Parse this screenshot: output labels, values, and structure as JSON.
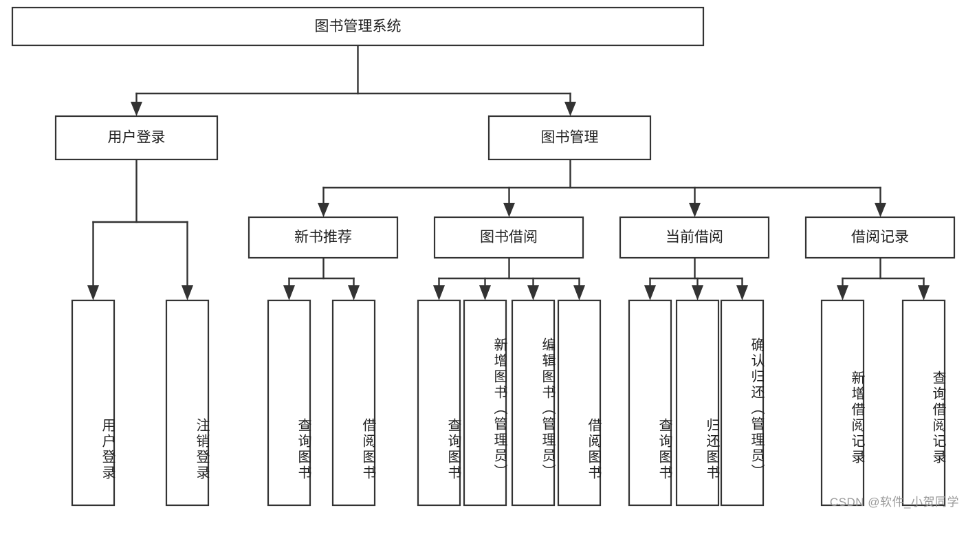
{
  "diagram": {
    "type": "tree-hierarchy",
    "title": "图书管理系统",
    "watermark": "CSDN @软件_小贺同学",
    "colors": {
      "box_stroke": "#333333",
      "box_fill": "#ffffff",
      "line": "#333333",
      "text": "#222222",
      "watermark": "#9a9a9a",
      "background": "#ffffff"
    },
    "root": {
      "label": "图书管理系统"
    },
    "level2": [
      {
        "label": "用户登录"
      },
      {
        "label": "图书管理"
      }
    ],
    "level3": [
      {
        "label": "新书推荐"
      },
      {
        "label": "图书借阅"
      },
      {
        "label": "当前借阅"
      },
      {
        "label": "借阅记录"
      }
    ],
    "leaves": {
      "user_login": [
        {
          "label": "用户登录"
        },
        {
          "label": "注销登录"
        }
      ],
      "new_book_recommend": [
        {
          "label": "查询图书"
        },
        {
          "label": "借阅图书"
        }
      ],
      "book_borrow": [
        {
          "label": "查询图书"
        },
        {
          "label": "新增图书（管理员）"
        },
        {
          "label": "编辑图书（管理员）"
        },
        {
          "label": "借阅图书"
        }
      ],
      "current_borrow": [
        {
          "label": "查询图书"
        },
        {
          "label": "归还图书"
        },
        {
          "label": "确认归还（管理员）"
        }
      ],
      "borrow_record": [
        {
          "label": "新增借阅记录"
        },
        {
          "label": "查询借阅记录"
        }
      ]
    }
  }
}
